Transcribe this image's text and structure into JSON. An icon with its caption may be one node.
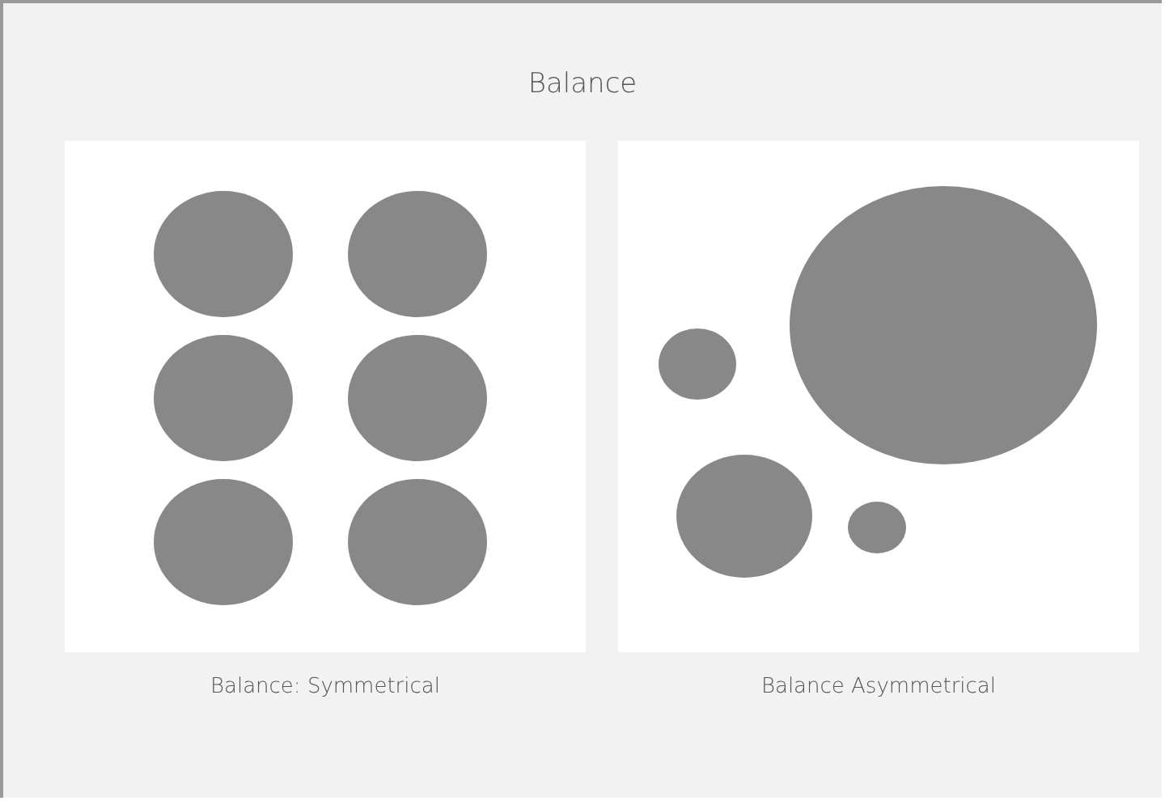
{
  "diagram": {
    "title": "Balance",
    "nodes": [
      {
        "text": [],
        "shape": "box",
        "beside": [
          "Balance: Symmetrical"
        ]
      },
      {
        "text": [],
        "shape": "box",
        "beside": [
          "Balance Asymmetrical"
        ]
      }
    ]
  }
}
